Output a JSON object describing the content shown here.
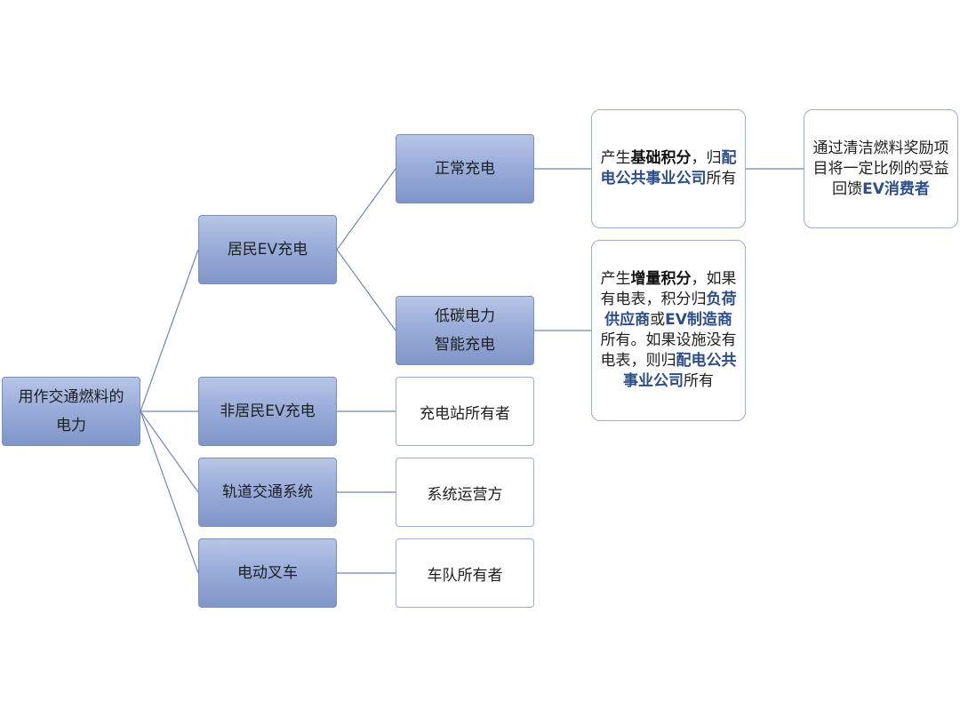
{
  "nodes": {
    "root": "用作交通燃料的电力",
    "residential": "居民EV充电",
    "nonresidential": "非居民EV充电",
    "rail": "轨道交通系统",
    "forklift": "电动叉车",
    "normal": "正常充电",
    "lowcarbon": {
      "line1": "低碳电力",
      "line2": "智能充电"
    },
    "station_owner": "充电站所有者",
    "operator": "系统运营方",
    "fleet_owner": "车队所有者",
    "base_credit": {
      "t1": "产生",
      "t2": "基础积分",
      "t3": "，归",
      "t4": "配电公共事业公司",
      "t5": "所有"
    },
    "incremental_credit": {
      "t1": "产生",
      "t2": "增量积分",
      "t3": "，如果有电表，积分归",
      "t4": "负荷供应商",
      "t5": "或",
      "t6": "EV制造商",
      "t7": "所有。如果设施没有电表，则归",
      "t8": "配电公共事业公司",
      "t9": "所有"
    },
    "reward": {
      "t1": "通过清洁燃料奖励项目将一定比例的受益回馈",
      "t2": "EV消费者"
    }
  }
}
